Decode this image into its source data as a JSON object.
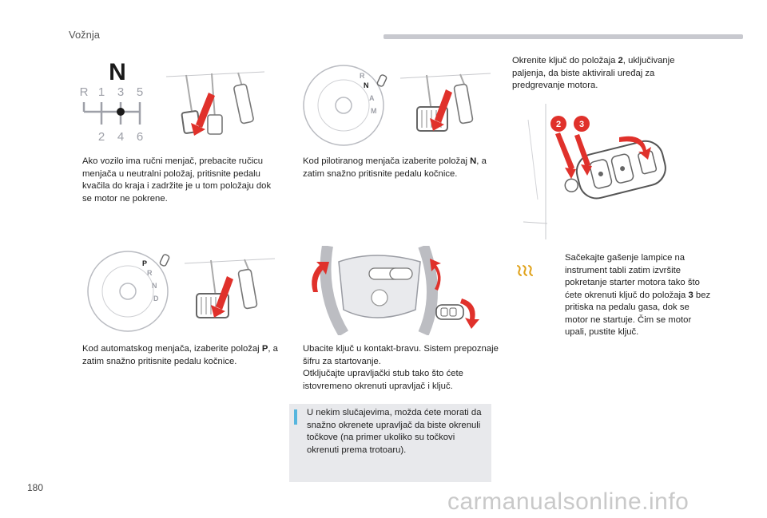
{
  "header": {
    "section_title": "Vožnja",
    "page_number": "180"
  },
  "gearbox": {
    "neutral": "N",
    "top_gears": [
      "R",
      "1",
      "3",
      "5"
    ],
    "bottom_gears": [
      "2",
      "4",
      "6"
    ],
    "pilot_dial": [
      "R",
      "N",
      "A",
      "M"
    ],
    "auto_dial": [
      "P",
      "R",
      "N",
      "D"
    ]
  },
  "key_labels": {
    "label_2": "2",
    "label_3": "3"
  },
  "texts": {
    "manual": "Ako vozilo ima ručni menjač, prebacite ručicu menjača u neutralni položaj, pritisnite pedalu kvačila do kraja i zadržite je u tom položaju dok se motor ne pokrene.",
    "pilot_a": "Kod pilotiranog menjača izaberite položaj ",
    "pilot_b": "N",
    "pilot_c": ", a zatim snažno pritisnite pedalu kočnice.",
    "auto_a": "Kod automatskog menjača, izaberite položaj ",
    "auto_b": "P",
    "auto_c": ", a zatim snažno pritisnite pedalu kočnice.",
    "insert_key": "Ubacite ključ u kontakt-bravu. Sistem prepoznaje šifru za startovanje.",
    "unlock": "Otključajte upravljački stub tako što ćete istovremeno okrenuti upravljač i ključ.",
    "turn_a": "Okrenite ključ do položaja ",
    "turn_b": "2",
    "turn_c": ", uključivanje paljenja, da biste aktivirali uređaj za predgrevanje motora.",
    "wait_a": "Sačekajte gašenje lampice na instrument tabli zatim izvršite pokretanje starter motora tako što ćete okrenuti ključ do položaja ",
    "wait_b": "3",
    "wait_c": " bez pritiska na pedalu gasa, dok se motor ne startuje. Čim se motor upali, pustite ključ."
  },
  "note": "U nekim slučajevima, možda ćete morati da snažno okrenete upravljač da biste okrenuli točkove (na primer ukoliko su točkovi okrenuti prema trotoaru).",
  "bullet_symbol": "",
  "watermark": "carmanualsonline.info",
  "colors": {
    "accent_red": "#e0312b",
    "accent_blue": "#56b6de",
    "note_bg": "#e8e9ec"
  }
}
